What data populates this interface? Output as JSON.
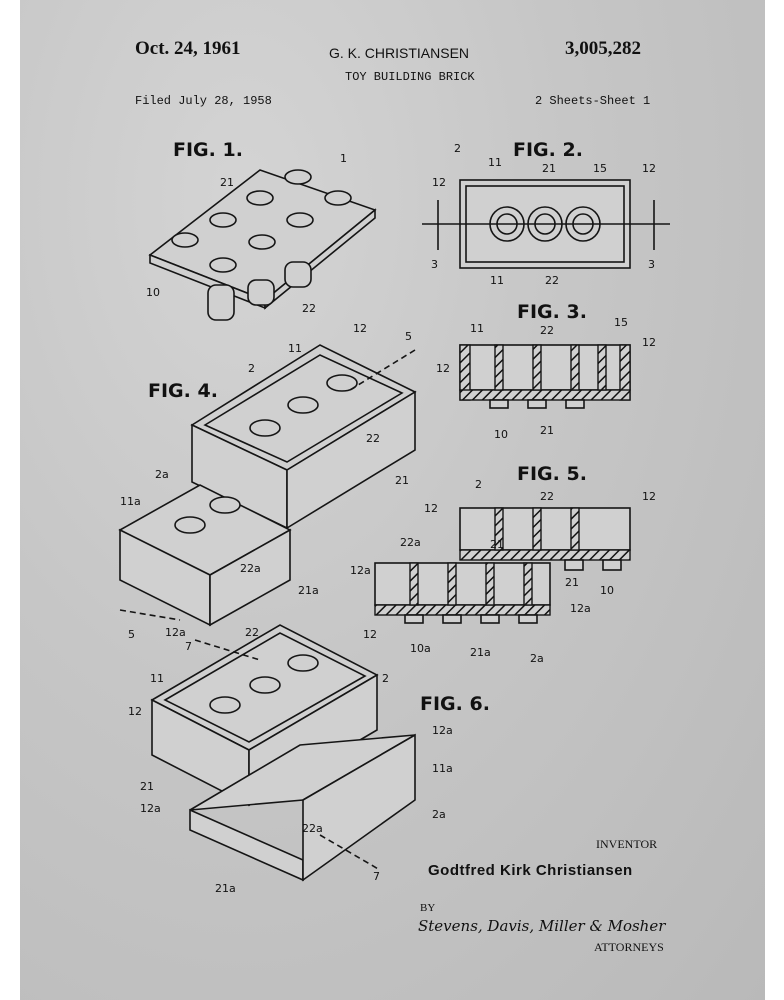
{
  "header": {
    "date": "Oct. 24, 1961",
    "inventor_header": "G. K. CHRISTIANSEN",
    "patent_number": "3,005,282",
    "title": "TOY BUILDING BRICK",
    "filed": "Filed July 28, 1958",
    "sheets": "2 Sheets-Sheet 1"
  },
  "figures": {
    "fig1": "FIG. 1.",
    "fig2": "FIG. 2.",
    "fig3": "FIG. 3.",
    "fig4": "FIG. 4.",
    "fig5": "FIG. 5.",
    "fig6": "FIG. 6."
  },
  "refs": {
    "fig1": [
      "1",
      "21",
      "10",
      "22"
    ],
    "fig2": [
      "2",
      "11",
      "21",
      "15",
      "12",
      "12",
      "3",
      "3",
      "11",
      "22"
    ],
    "fig3": [
      "11",
      "22",
      "15",
      "12",
      "12",
      "10",
      "21"
    ],
    "fig4": [
      "12",
      "5",
      "11",
      "2",
      "22",
      "21",
      "2a",
      "11a",
      "22a",
      "21a",
      "5",
      "12a"
    ],
    "fig5": [
      "2",
      "22",
      "12",
      "12",
      "22a",
      "21",
      "12a",
      "21",
      "10",
      "12a",
      "10a",
      "21a",
      "2a"
    ],
    "fig6": [
      "22",
      "12",
      "7",
      "11",
      "2",
      "12",
      "12a",
      "11a",
      "21",
      "12a",
      "22a",
      "2a",
      "21a",
      "7"
    ]
  },
  "footer": {
    "inventor_label": "INVENTOR",
    "inventor_name": "Godtfred Kirk Christiansen",
    "by": "BY",
    "attorneys_signature": "Stevens, Davis, Miller & Mosher",
    "attorneys_label": "ATTORNEYS"
  }
}
